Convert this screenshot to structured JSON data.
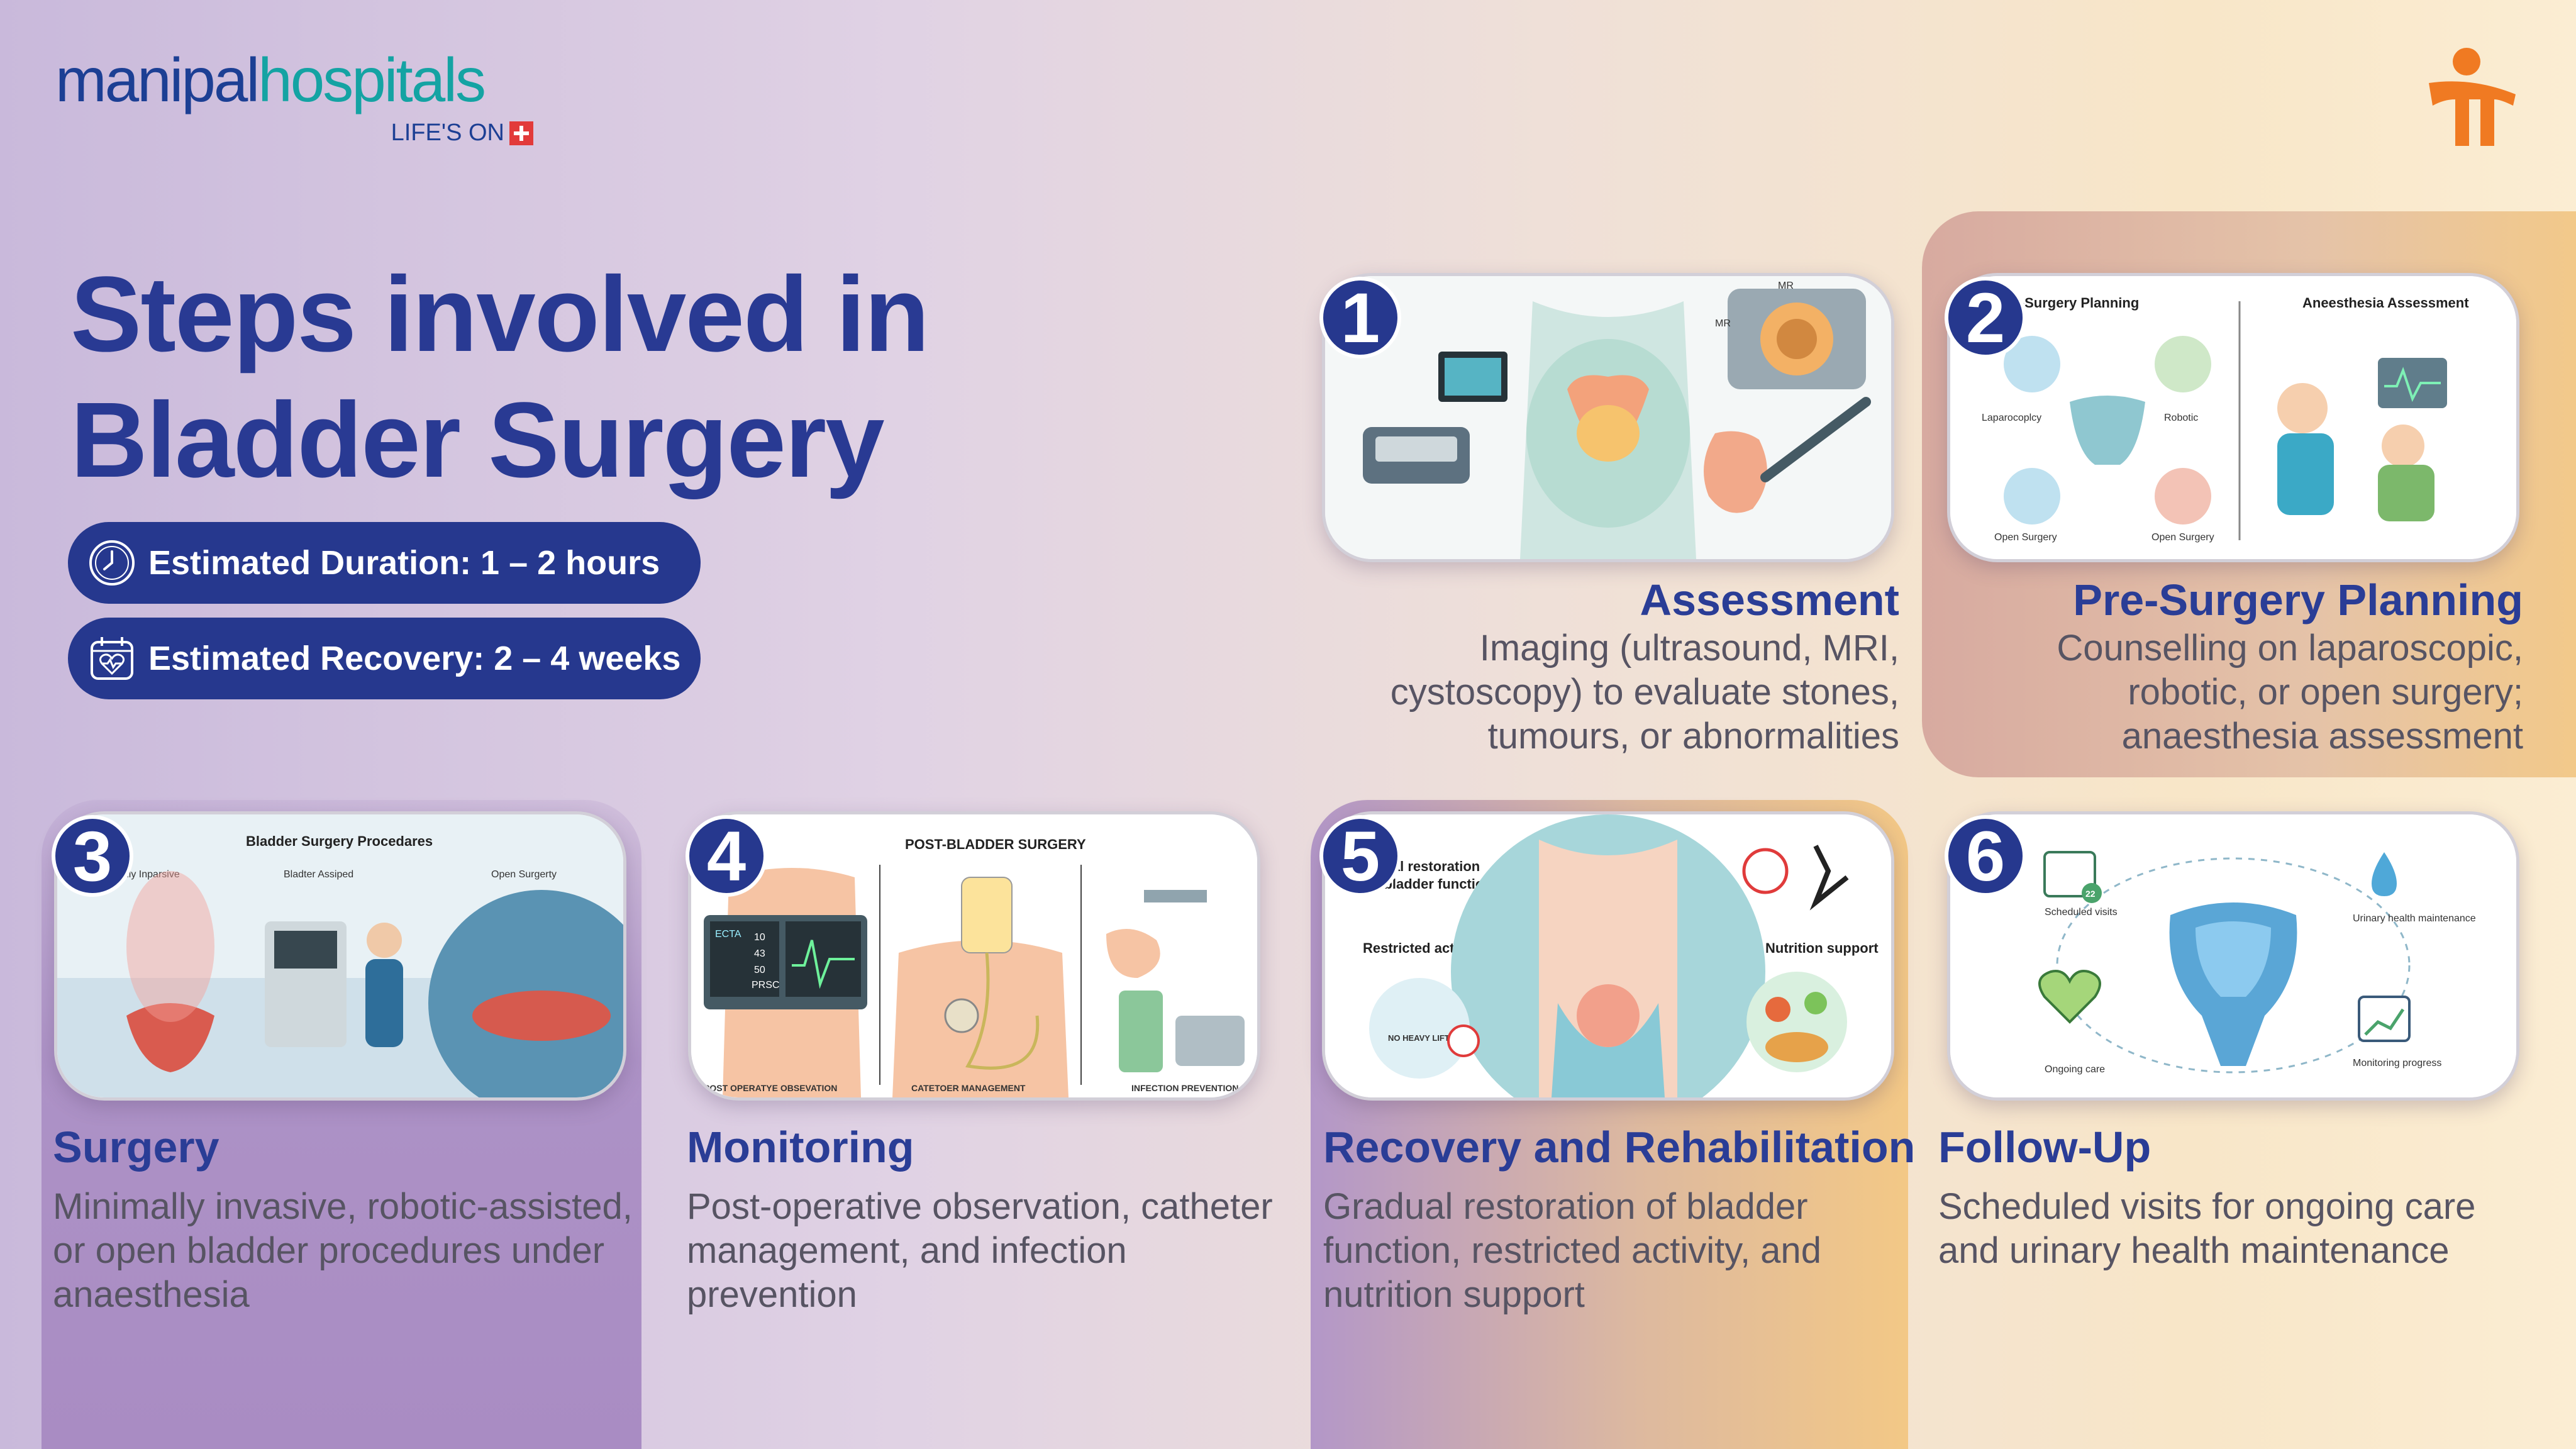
{
  "brand": {
    "name_part1": "manipal",
    "name_part2": "hospitals",
    "tagline": "LIFE'S ON",
    "colors": {
      "navy": "#26388e",
      "teal": "#14a3a3",
      "orange": "#f07a22",
      "red": "#e23a3a"
    }
  },
  "title": {
    "line1": "Steps involved in",
    "line2": "Bladder Surgery"
  },
  "estimates": {
    "duration": "Estimated Duration: 1 – 2 hours",
    "recovery": "Estimated Recovery: 2 – 4 weeks"
  },
  "icons": {
    "duration": "clock-icon",
    "recovery": "calendar-heart-icon",
    "brand": "manipal-figure-logo"
  },
  "steps": [
    {
      "number": "1",
      "title": "Assessment",
      "description": "Imaging (ultrasound, MRI, cystoscopy) to evaluate stones, tumours, or abnormalities",
      "illustration_labels": [
        "MR",
        "MR"
      ]
    },
    {
      "number": "2",
      "title": "Pre-Surgery Planning",
      "description": "Counselling on laparoscopic, robotic, or open surgery; anaesthesia assessment",
      "illustration_labels": [
        "re-Surgery Planning",
        "Aneesthesia Assessment",
        "Laparocoplcy",
        "Robotic",
        "Open Surgery",
        "Open Surgery"
      ]
    },
    {
      "number": "3",
      "title": "Surgery",
      "description": "Minimally invasive, robotic-assisted, or open bladder procedures under anaesthesia",
      "illustration_labels": [
        "Bladder Surgery Procedares",
        "nioully Inparsive",
        "Bladter Assiped",
        "Open Surgerty"
      ]
    },
    {
      "number": "4",
      "title": "Monitoring",
      "description": "Post-operative observation, catheter management, and infection prevention",
      "illustration_labels": [
        "POST-BLADDER SURGERY",
        "POST OPERATYE OBSEVATION",
        "CATETOER MANAGEMENT",
        "INFECTION PREVENTION",
        "ECTA",
        "10",
        "43",
        "50",
        "PRSC"
      ]
    },
    {
      "number": "5",
      "title": "Recovery and Rehabilitation",
      "description": "Gradual restoration of bladder function, restricted activity, and nutrition support",
      "illustration_labels": [
        "dual restoration",
        "f bladder function",
        "Restricted activity",
        "Nutrition support",
        "NO HEAVY LIFTING"
      ]
    },
    {
      "number": "6",
      "title": "Follow-Up",
      "description": "Scheduled visits for ongoing care and urinary health maintenance",
      "illustration_labels": [
        "Scheduled visits",
        "Urinary health maintenance",
        "Ongoing care",
        "Monitoring progress",
        "22"
      ]
    }
  ]
}
